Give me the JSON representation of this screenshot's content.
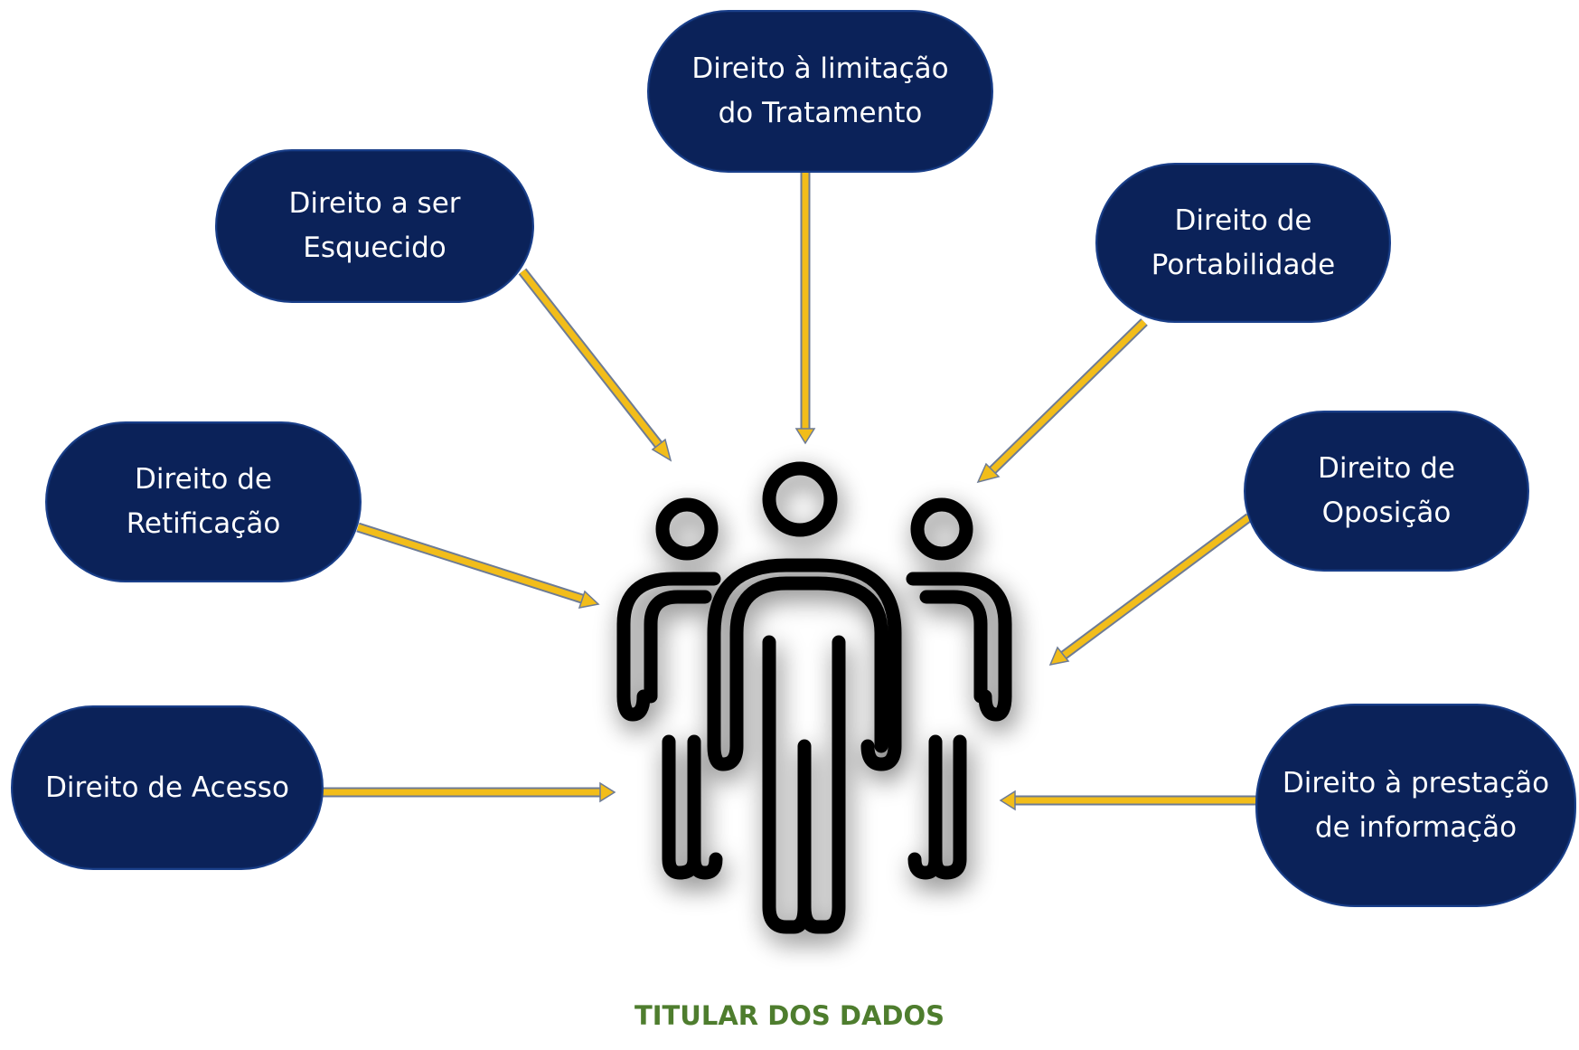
{
  "diagram": {
    "center_label": "TITULAR DOS DADOS",
    "center_icon": "people-group-icon",
    "colors": {
      "node_fill": "#0b2259",
      "node_border": "#1a3f8a",
      "node_text": "#ffffff",
      "arrow": "#f2bd1a",
      "arrow_outline": "#6d7b95",
      "label": "#4e7d2e",
      "icon": "#000000"
    },
    "rights": {
      "limitacao": "Direito à limitação\ndo Tratamento",
      "esquecido": "Direito a ser\nEsquecido",
      "portabilidade": "Direito de\nPortabilidade",
      "retificacao": "Direito de\nRetificação",
      "oposicao": "Direito de\nOposição",
      "acesso": "Direito de Acesso",
      "informacao": "Direito à prestação\nde informação"
    }
  }
}
